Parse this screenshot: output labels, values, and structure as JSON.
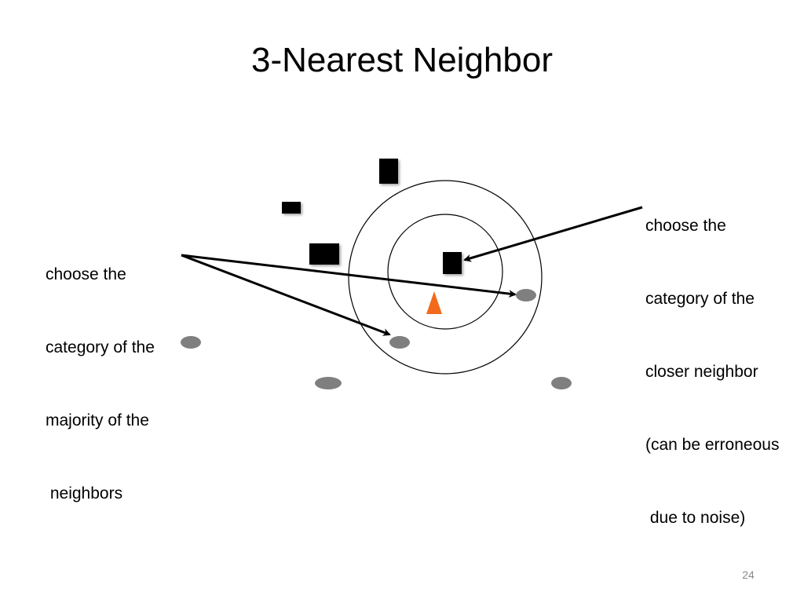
{
  "slide": {
    "title": "3-Nearest Neighbor",
    "page_number": "24"
  },
  "annotations": {
    "majority": {
      "lines": [
        "choose the",
        "category of the",
        "majority of the",
        " neighbors"
      ]
    },
    "closer": {
      "lines": [
        "choose the",
        "category of the",
        "closer neighbor",
        "(can be erroneous",
        " due to noise)"
      ]
    }
  },
  "colors": {
    "square_class": "#000000",
    "circle_class": "#7f7f7f",
    "query_point": "#f26a1b",
    "ring": "#000000",
    "arrow": "#000000"
  },
  "icons": {
    "square_class": "black-square-icon",
    "circle_class": "gray-ellipse-icon",
    "query_point": "orange-triangle-icon"
  }
}
